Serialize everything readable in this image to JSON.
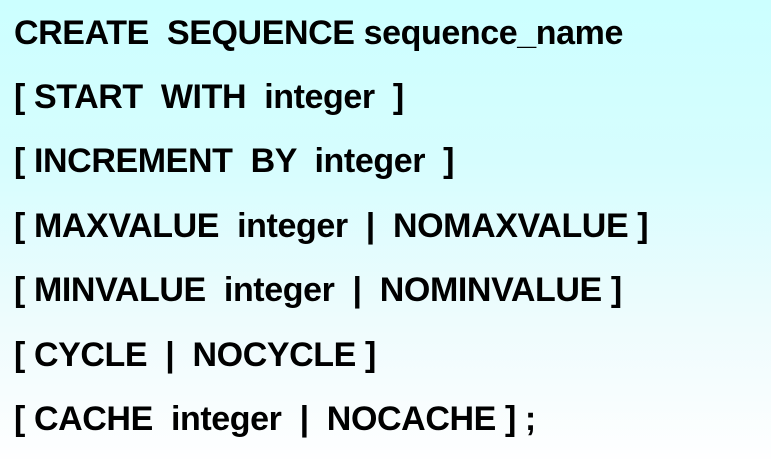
{
  "syntax": {
    "lines": [
      "CREATE  SEQUENCE sequence_name",
      "[ START  WITH  integer  ]",
      "[ INCREMENT  BY  integer  ]",
      "[ MAXVALUE  integer  |  NOMAXVALUE ]",
      "[ MINVALUE  integer  |  NOMINVALUE ]",
      "[ CYCLE  |  NOCYCLE ]",
      "[ CACHE  integer  |  NOCACHE ] ;"
    ]
  },
  "colors": {
    "background_top": "#ccffff",
    "background_bottom": "#fefeff",
    "text": "#000000"
  }
}
